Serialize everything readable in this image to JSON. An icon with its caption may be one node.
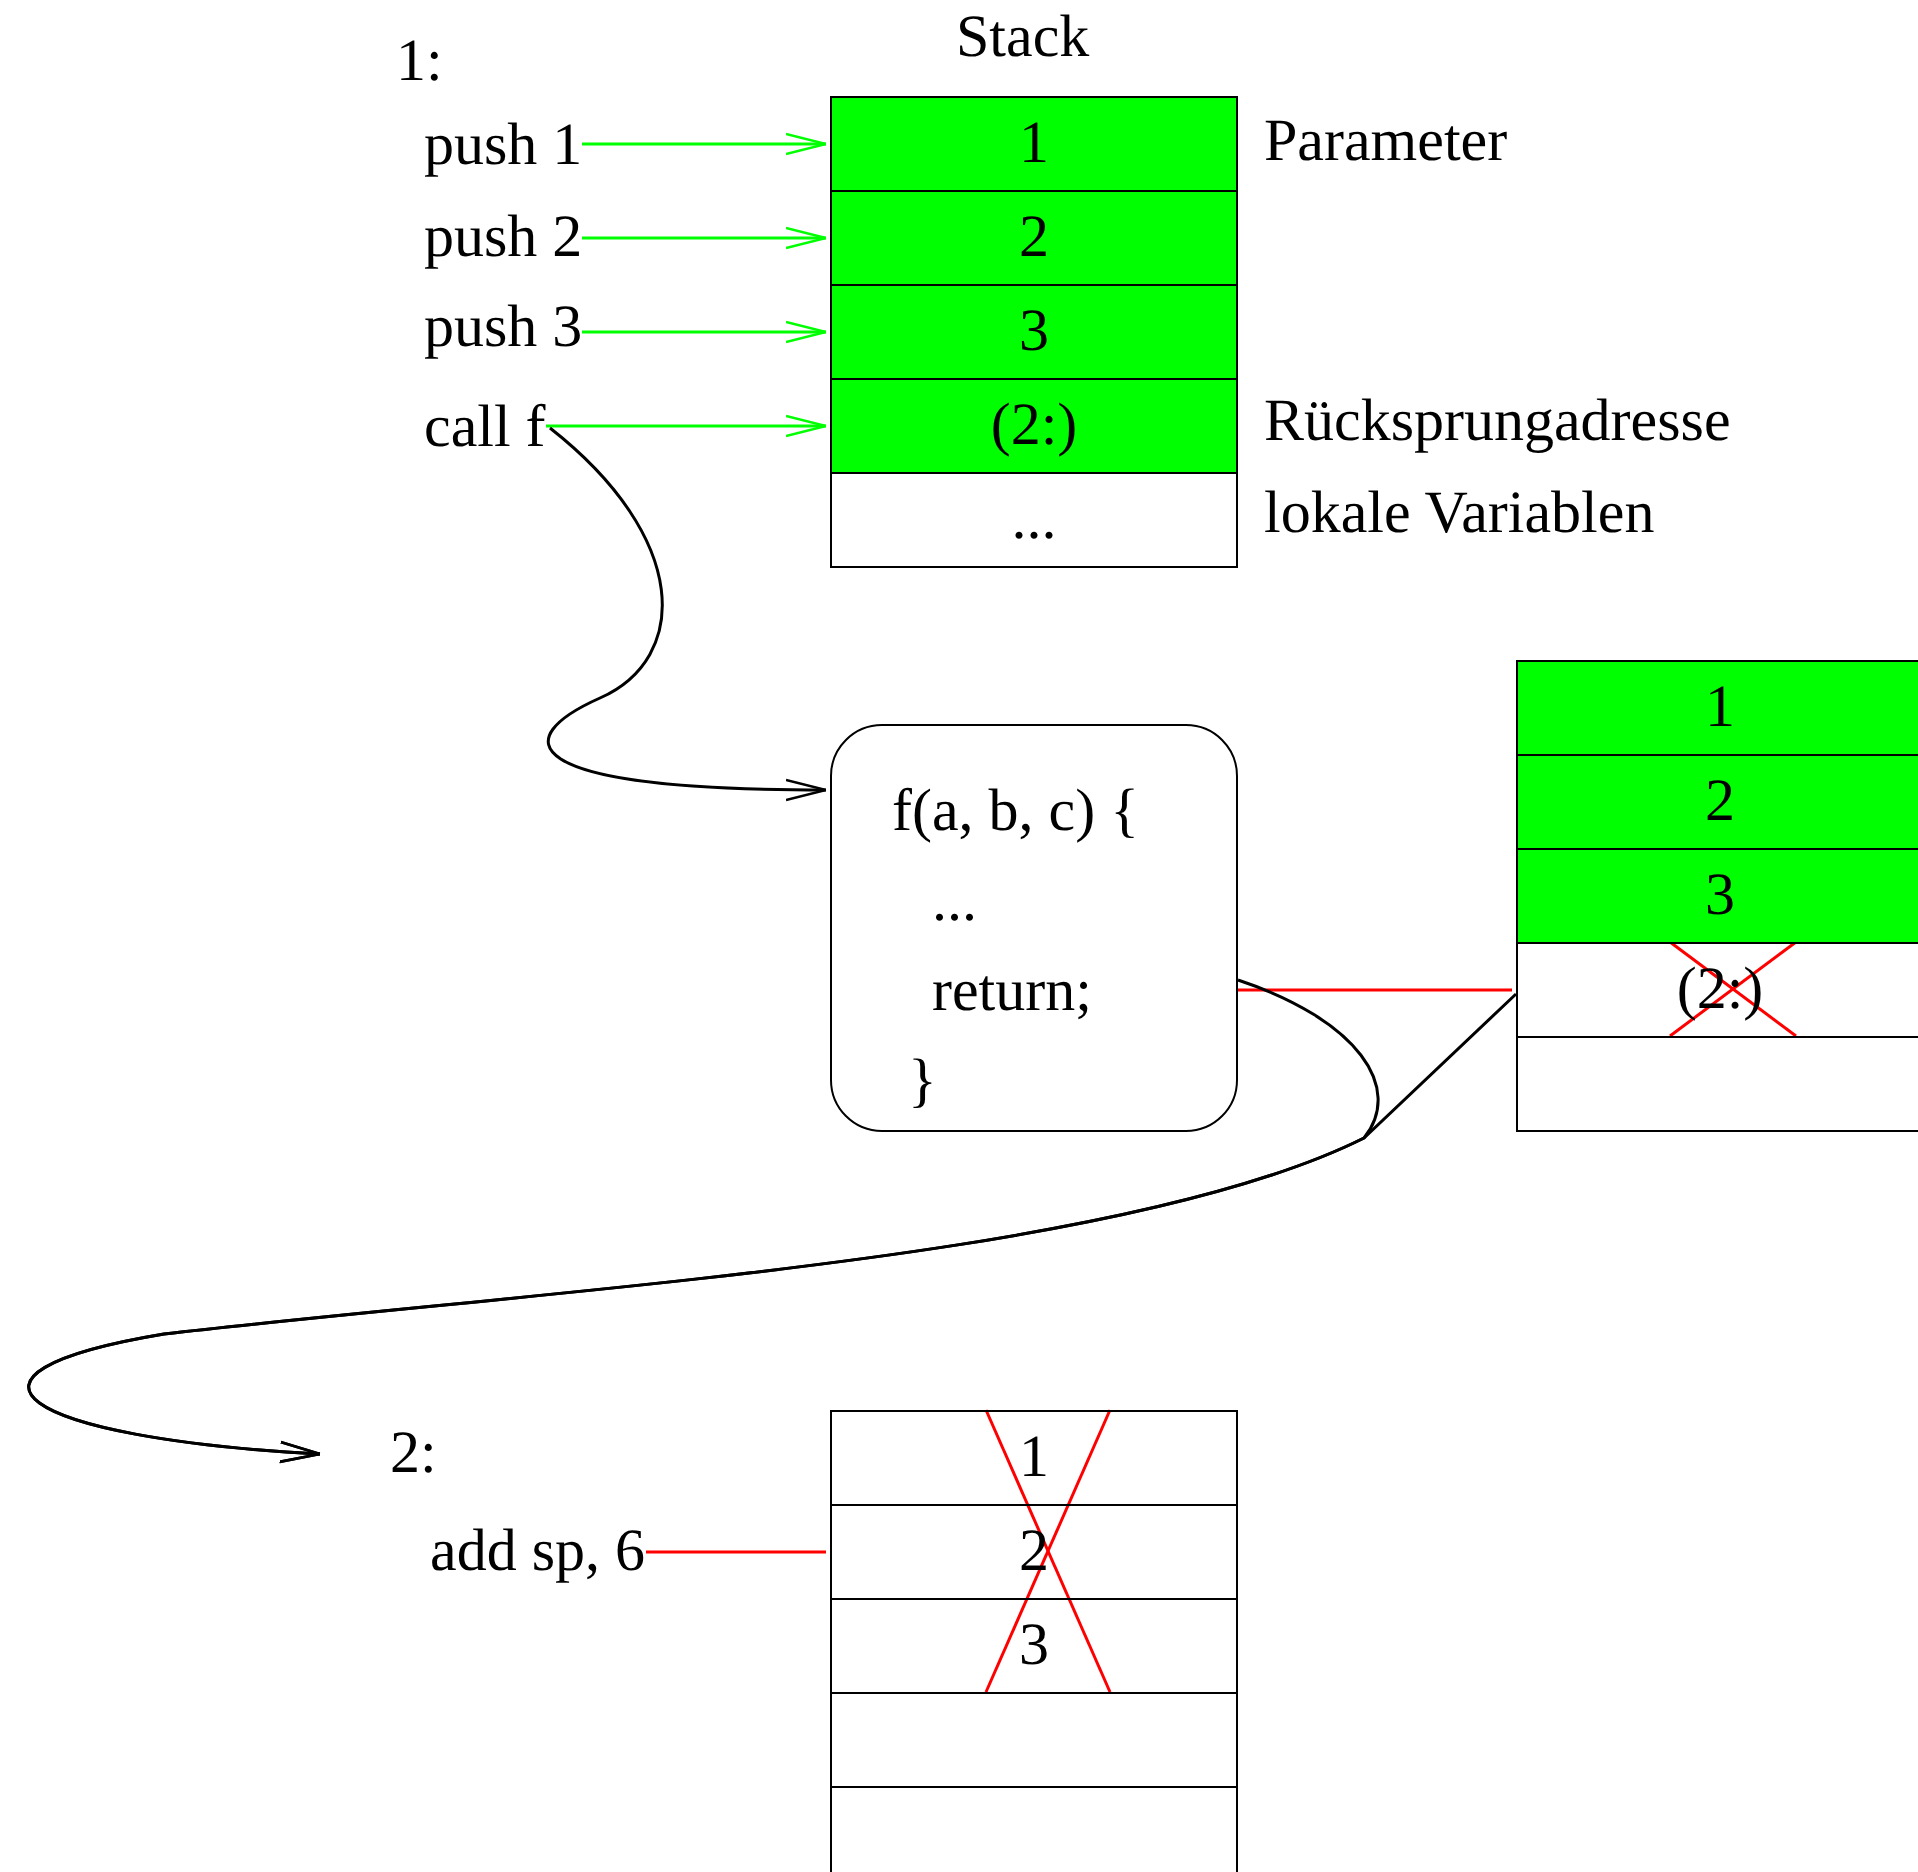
{
  "diagram": {
    "nodes": [
      {
        "text": [
          "push 1"
        ]
      },
      {
        "text": [
          "push 2"
        ]
      },
      {
        "text": [
          "push 3"
        ]
      },
      {
        "text": [
          "call f"
        ]
      },
      {
        "text": [
          "1"
        ]
      },
      {
        "text": [
          "2"
        ]
      },
      {
        "text": [
          "3"
        ]
      },
      {
        "text": [
          "(2:)"
        ]
      },
      {
        "text": [
          "..."
        ]
      },
      {
        "text": [
          "f(a, b, c) {",
          "...",
          "return;",
          "}"
        ]
      },
      {
        "text": [
          "1"
        ]
      },
      {
        "text": [
          "2"
        ]
      },
      {
        "text": [
          "3"
        ]
      },
      {
        "text": [
          "(2:)"
        ]
      },
      {
        "text": [],
        "shape": "box"
      },
      {
        "text": [
          "2:"
        ]
      },
      {
        "text": [
          "add sp, 6"
        ]
      },
      {
        "text": [
          "1"
        ]
      },
      {
        "text": [
          "2"
        ]
      },
      {
        "text": [
          "3"
        ]
      },
      {
        "text": [],
        "shape": "box"
      },
      {
        "text": [],
        "shape": "box"
      }
    ],
    "edges": [
      {
        "from": 0,
        "to": 4,
        "arrow": "to"
      },
      {
        "from": 1,
        "to": 5,
        "arrow": "to"
      },
      {
        "from": 2,
        "to": 6,
        "arrow": "to"
      },
      {
        "from": 3,
        "to": 7,
        "arrow": "to"
      },
      {
        "from": 3,
        "to": 9,
        "arrow": "to",
        "color": "#000000"
      },
      {
        "from": 9,
        "to": 13,
        "arrow": "none",
        "color": "#ff0000"
      },
      {
        "from": 9,
        "to": 15,
        "arrow": "to",
        "color": "#000000"
      },
      {
        "from": 13,
        "to": 15,
        "arrow": "to",
        "color": "#000000"
      },
      {
        "from": 16,
        "to": 18,
        "arrow": "none",
        "color": "#ff0000"
      }
    ],
    "labels": [
      "1:",
      "Stack",
      "Parameter",
      "Rücksprungadresse",
      "lokale Variablen"
    ]
  }
}
